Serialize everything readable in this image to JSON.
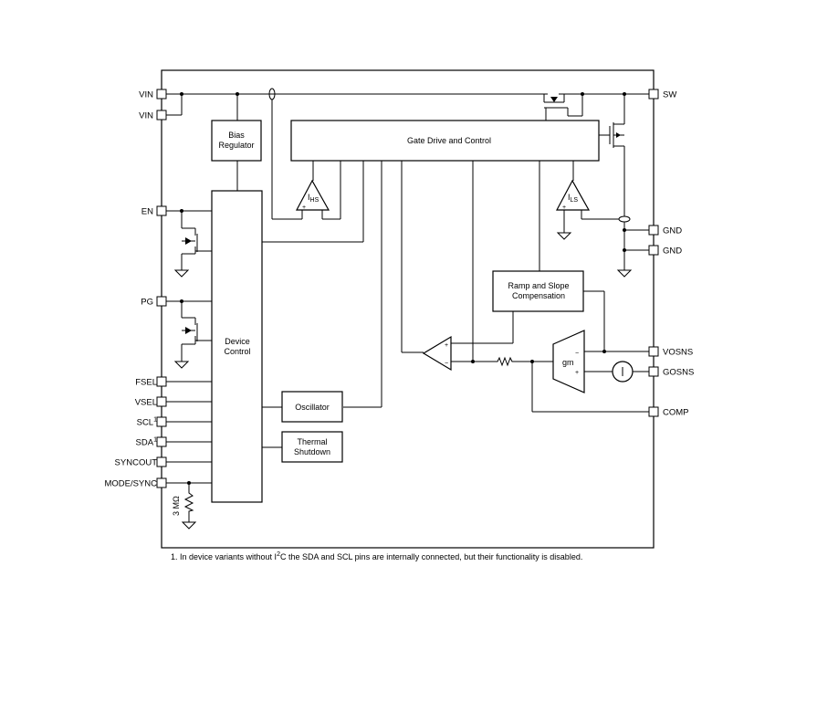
{
  "pins_left": [
    "VIN",
    "VIN",
    "EN",
    "PG",
    "FSEL",
    "VSEL",
    "SCL",
    "SDA",
    "SYNCOUT",
    "MODE/SYNC"
  ],
  "pin_superscript": "1",
  "pins_right": [
    "SW",
    "GND",
    "GND",
    "VOSNS",
    "GOSNS",
    "COMP"
  ],
  "blocks": {
    "bias_regulator": [
      "Bias",
      "Regulator"
    ],
    "gate_drive": "Gate Drive and Control",
    "device_control": [
      "Device",
      "Control"
    ],
    "ramp_slope": [
      "Ramp and Slope",
      "Compensation"
    ],
    "oscillator": "Oscillator",
    "thermal_shutdown": [
      "Thermal",
      "Shutdown"
    ]
  },
  "symbols": {
    "ihs": "I",
    "ihs_sub": "HS",
    "ils": "I",
    "ils_sub": "LS",
    "gm": "gm",
    "plus": "+",
    "minus": "−",
    "resistor_value": "3 MΩ"
  },
  "footnote": {
    "prefix": "1. In device variants without I",
    "sup": "2",
    "suffix": "C the SDA and SCL pins are internally connected, but their functionality is disabled."
  }
}
